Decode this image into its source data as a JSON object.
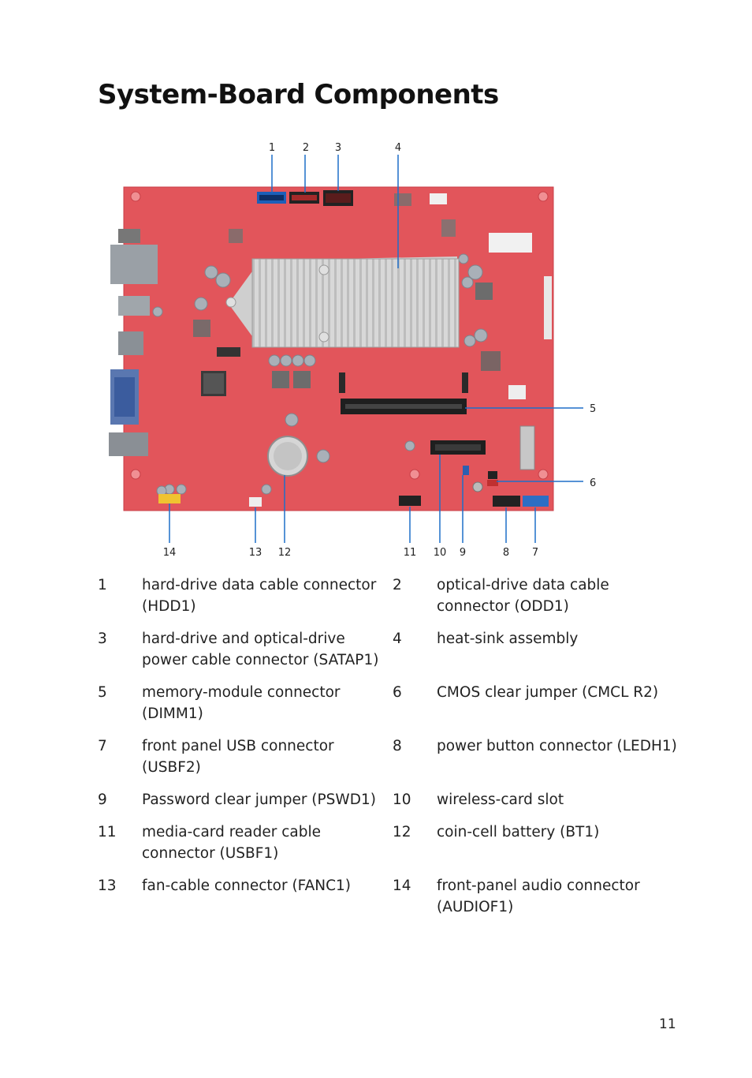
{
  "page": {
    "title": "System-Board Components",
    "page_number": "11"
  },
  "figure": {
    "callouts_top": [
      "1",
      "2",
      "3",
      "4"
    ],
    "callouts_right": [
      "5",
      "6"
    ],
    "callouts_bottom": [
      "14",
      "13",
      "12",
      "11",
      "10",
      "9",
      "8",
      "7"
    ]
  },
  "legend": {
    "rows": [
      {
        "n1": "1",
        "d1": "hard-drive data cable connector (HDD1)",
        "n2": "2",
        "d2": "optical-drive data cable connector (ODD1)"
      },
      {
        "n1": "3",
        "d1": "hard-drive and optical-drive power cable connector (SATAP1)",
        "n2": "4",
        "d2": "heat-sink assembly"
      },
      {
        "n1": "5",
        "d1": "memory-module connector (DIMM1)",
        "n2": "6",
        "d2": "CMOS clear jumper (CMCL R2)"
      },
      {
        "n1": "7",
        "d1": "front panel USB connector (USBF2)",
        "n2": "8",
        "d2": "power button connector (LEDH1)"
      },
      {
        "n1": "9",
        "d1": "Password clear jumper (PSWD1)",
        "n2": "10",
        "d2": "wireless-card slot"
      },
      {
        "n1": "11",
        "d1": "media-card reader cable connector (USBF1)",
        "n2": "12",
        "d2": "coin-cell battery (BT1)"
      },
      {
        "n1": "13",
        "d1": "fan-cable connector (FANC1)",
        "n2": "14",
        "d2": "front-panel audio connector (AUDIOF1)"
      }
    ]
  }
}
